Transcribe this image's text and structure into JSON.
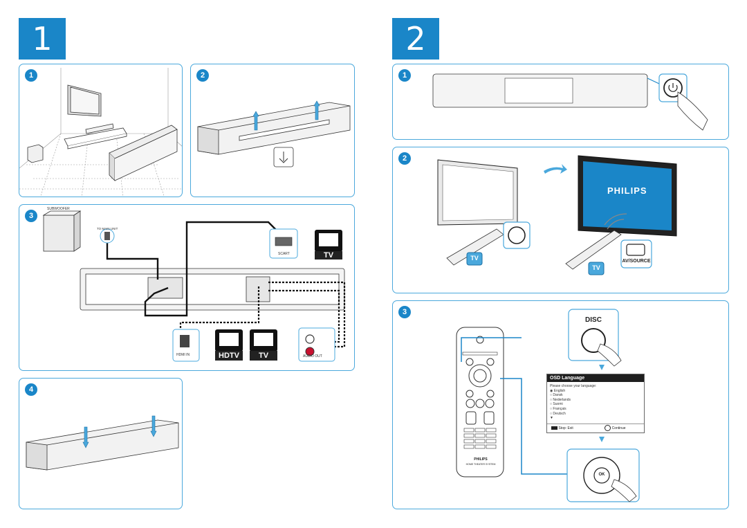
{
  "section1": {
    "number": "1"
  },
  "section2": {
    "number": "2"
  },
  "steps": [
    "1",
    "2",
    "3",
    "4"
  ],
  "connection": {
    "subwoofer_label": "SUBWOOFER",
    "to_main_unit_label": "TO MAIN UNIT",
    "scart_label": "SCART",
    "tv_label": "TV",
    "hdmi_in_label": "HDMI IN",
    "hdtv_label": "HDTV",
    "audio_out_label": "AUDIO OUT"
  },
  "setup": {
    "brand": "PHILIPS",
    "tv_badge": "TV",
    "av_source_label": "AV/SOURCE",
    "disc_label": "DISC",
    "ok_label": "OK",
    "remote_brand": "PHILIPS",
    "remote_model": "HOME THEATER SYSTEM"
  },
  "osd": {
    "title": "OSD Language",
    "prompt": "Please choose your language:",
    "languages": [
      "English",
      "Dansk",
      "Nederlands",
      "Suomi",
      "Français",
      "Deutsch"
    ],
    "more": "▼",
    "stop_label": "Stop: Exit",
    "continue_label": "Continue"
  },
  "colors": {
    "accent": "#1a86c8",
    "panel_border": "#4aa8dc"
  }
}
